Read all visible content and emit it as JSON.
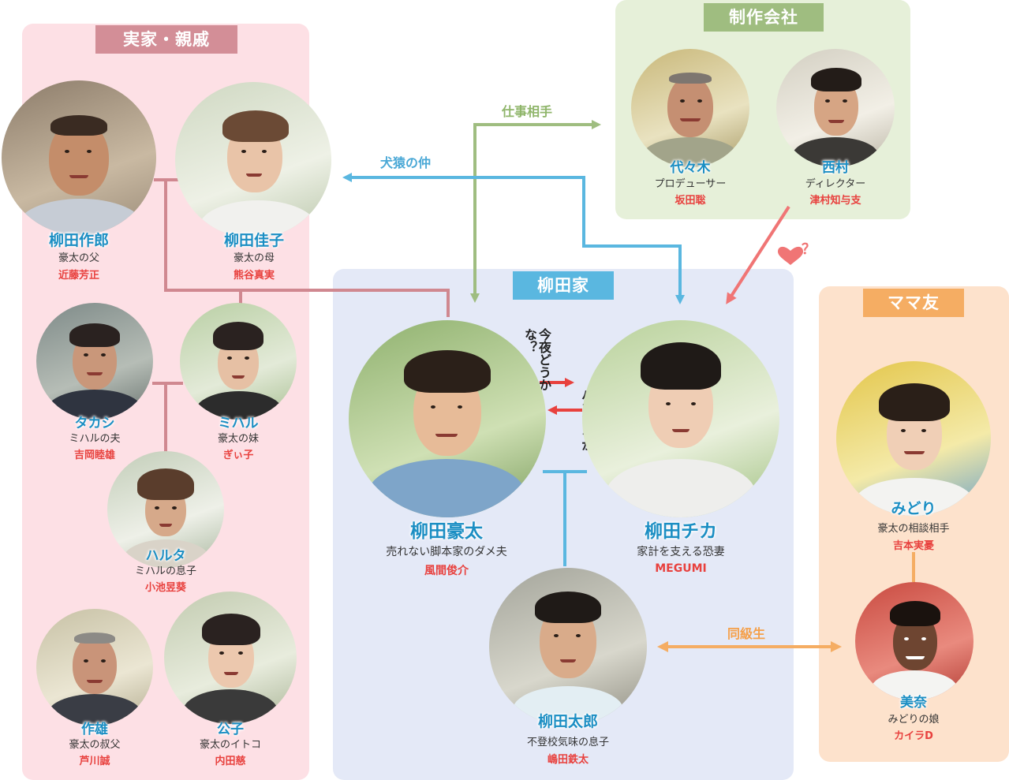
{
  "colors": {
    "family_bg": "#fde0e5",
    "family_label": "#d38e97",
    "home_bg": "#e4e9f7",
    "home_label": "#5ab7e0",
    "company_bg": "#e6f0d9",
    "company_label": "#9fbd80",
    "mama_bg": "#fde2cc",
    "mama_label": "#f5ad63",
    "name": "#1b8ec3",
    "actor": "#e8413e"
  },
  "groups": {
    "family": "実家・親戚",
    "company": "制作会社",
    "home": "柳田家",
    "mama": "ママ友"
  },
  "relations": {
    "work": "仕事相手",
    "enemy": "犬猿の仲",
    "heart": "？",
    "classmate": "同級生",
    "tonight": "今夜どうかな？",
    "baka": "バカするか"
  },
  "people": {
    "sakuro": {
      "name": "柳田作郎",
      "role": "豪太の父",
      "actor": "近藤芳正"
    },
    "yoshiko": {
      "name": "柳田佳子",
      "role": "豪太の母",
      "actor": "熊谷真実"
    },
    "takashi": {
      "name": "タカシ",
      "role": "ミハルの夫",
      "actor": "吉岡睦雄"
    },
    "miharu": {
      "name": "ミハル",
      "role": "豪太の妹",
      "actor": "ぎぃ子"
    },
    "haruta": {
      "name": "ハルタ",
      "role": "ミハルの息子",
      "actor": "小池昱葵"
    },
    "sakuo": {
      "name": "作雄",
      "role": "豪太の叔父",
      "actor": "芦川誠"
    },
    "kimiko": {
      "name": "公子",
      "role": "豪太のイトコ",
      "actor": "内田慈"
    },
    "yoyogi": {
      "name": "代々木",
      "role": "プロデューサー",
      "actor": "坂田聡"
    },
    "nishimura": {
      "name": "西村",
      "role": "ディレクター",
      "actor": "津村知与支"
    },
    "gota": {
      "name": "柳田豪太",
      "role": "売れない脚本家のダメ夫",
      "actor": "風間俊介"
    },
    "chika": {
      "name": "柳田チカ",
      "role": "家計を支える恐妻",
      "actor": "MEGUMI"
    },
    "taro": {
      "name": "柳田太郎",
      "role": "不登校気味の息子",
      "actor": "嶋田鉄太"
    },
    "midori": {
      "name": "みどり",
      "role": "豪太の相談相手",
      "actor": "吉本実憂"
    },
    "mina": {
      "name": "美奈",
      "role": "みどりの娘",
      "actor": "カイラD"
    }
  }
}
